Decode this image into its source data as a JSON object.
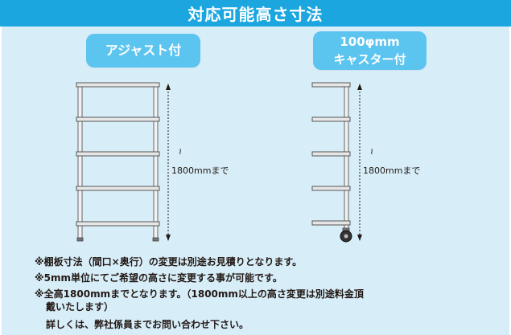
{
  "header": {
    "title": "対応可能高さ寸法"
  },
  "left": {
    "label": "アジャスト付",
    "height_label": "1800mmまで",
    "tilde": "≀"
  },
  "right": {
    "label_line1": "100φmm",
    "label_line2": "キャスター付",
    "height_label": "1800mmまで",
    "tilde": "≀"
  },
  "notes": [
    "※棚板寸法（間口×奥行）の変更は別途お見積りとなります。",
    "※5mm単位にてご希望の高さに変更する事が可能です。",
    "※全高1800mmまでとなります。（1800mm以上の高さ変更は別途料金頂",
    "戴いたします）",
    "詳しくは、弊社係員までお問い合わせ下さい。"
  ],
  "colors": {
    "header": "#1ba6e0",
    "panel": "#d7eef9",
    "label": "#5bc4ef"
  }
}
